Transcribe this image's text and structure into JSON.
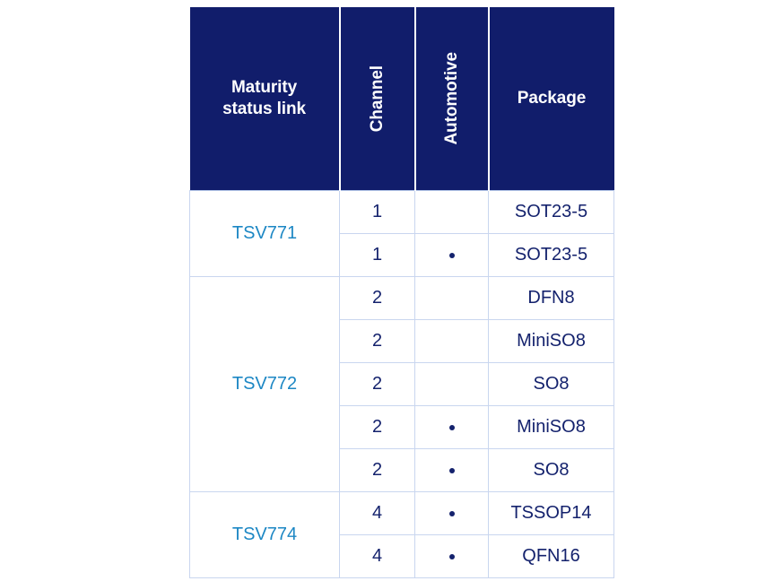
{
  "table": {
    "headers": {
      "device": "Maturity\nstatus link",
      "device_line1": "Maturity",
      "device_line2": "status link",
      "channel": "Channel",
      "automotive": "Automotive",
      "package": "Package"
    },
    "colors": {
      "header_background": "#111d6b",
      "header_text": "#ffffff",
      "link_text": "#1c87c4",
      "cell_text": "#14226d",
      "border": "#c9d6ef",
      "page_background": "#ffffff"
    },
    "bullet_glyph": "•",
    "groups": [
      {
        "device": "TSV771",
        "rows": [
          {
            "channel": "1",
            "automotive": "",
            "package": "SOT23-5"
          },
          {
            "channel": "1",
            "automotive": "•",
            "package": "SOT23-5"
          }
        ]
      },
      {
        "device": "TSV772",
        "rows": [
          {
            "channel": "2",
            "automotive": "",
            "package": "DFN8"
          },
          {
            "channel": "2",
            "automotive": "",
            "package": "MiniSO8"
          },
          {
            "channel": "2",
            "automotive": "",
            "package": "SO8"
          },
          {
            "channel": "2",
            "automotive": "•",
            "package": "MiniSO8"
          },
          {
            "channel": "2",
            "automotive": "•",
            "package": "SO8"
          }
        ]
      },
      {
        "device": "TSV774",
        "rows": [
          {
            "channel": "4",
            "automotive": "•",
            "package": "TSSOP14"
          },
          {
            "channel": "4",
            "automotive": "•",
            "package": "QFN16"
          }
        ]
      }
    ]
  }
}
